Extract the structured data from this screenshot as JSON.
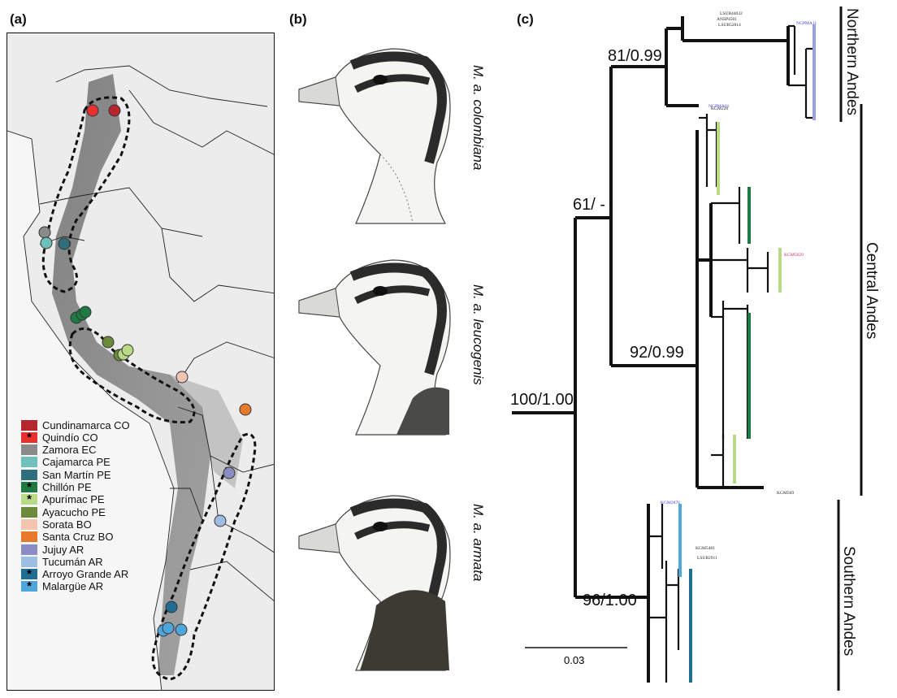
{
  "panels": {
    "a_label": "(a)",
    "b_label": "(b)",
    "c_label": "(c)"
  },
  "legend": [
    {
      "label": "Cundinamarca CO",
      "color": "#b5262f",
      "star": false
    },
    {
      "label": "Quindío CO",
      "color": "#e8312f",
      "star": true
    },
    {
      "label": "Zamora EC",
      "color": "#8a8a8a",
      "star": false
    },
    {
      "label": "Cajamarca PE",
      "color": "#6fbfbb",
      "star": false
    },
    {
      "label": "San Martín PE",
      "color": "#2f6f7d",
      "star": false
    },
    {
      "label": "Chillón PE",
      "color": "#1e7a42",
      "star": true
    },
    {
      "label": "Apurímac PE",
      "color": "#b9d987",
      "star": true
    },
    {
      "label": "Ayacucho PE",
      "color": "#6b8a3a",
      "star": false
    },
    {
      "label": "Sorata BO",
      "color": "#f3c4b0",
      "star": false
    },
    {
      "label": "Santa Cruz BO",
      "color": "#e6792a",
      "star": false
    },
    {
      "label": "Jujuy AR",
      "color": "#8b8cc4",
      "star": false
    },
    {
      "label": "Tucumán AR",
      "color": "#9dbde3",
      "star": false
    },
    {
      "label": "Arroyo Grande AR",
      "color": "#1f6d93",
      "star": true
    },
    {
      "label": "Malargüe AR",
      "color": "#4fa6dc",
      "star": true
    }
  ],
  "ducks": [
    {
      "caption": "M. a. colombiana",
      "neck_shading": "none"
    },
    {
      "caption": "M. a. leucogenis",
      "neck_shading": "partial"
    },
    {
      "caption": "M. a. armata",
      "neck_shading": "dark"
    }
  ],
  "tree": {
    "support": {
      "root": "100/1.00",
      "north_central": "61/ -",
      "north": "81/0.99",
      "central": "92/0.99",
      "south": "96/1.00"
    },
    "clades": {
      "north": "Northern Andes",
      "central": "Central Andes",
      "south": "Southern Andes"
    },
    "scale_bar": "0.03",
    "tip_labels": [
      "LSUB44032",
      "ANSP4501",
      "LSUB52814",
      "NGPMA11",
      "KGM228",
      "KGM5629",
      "KGM569",
      "NGPMA01",
      "KGM2876",
      "KGM5481",
      "LSUB2911"
    ]
  }
}
